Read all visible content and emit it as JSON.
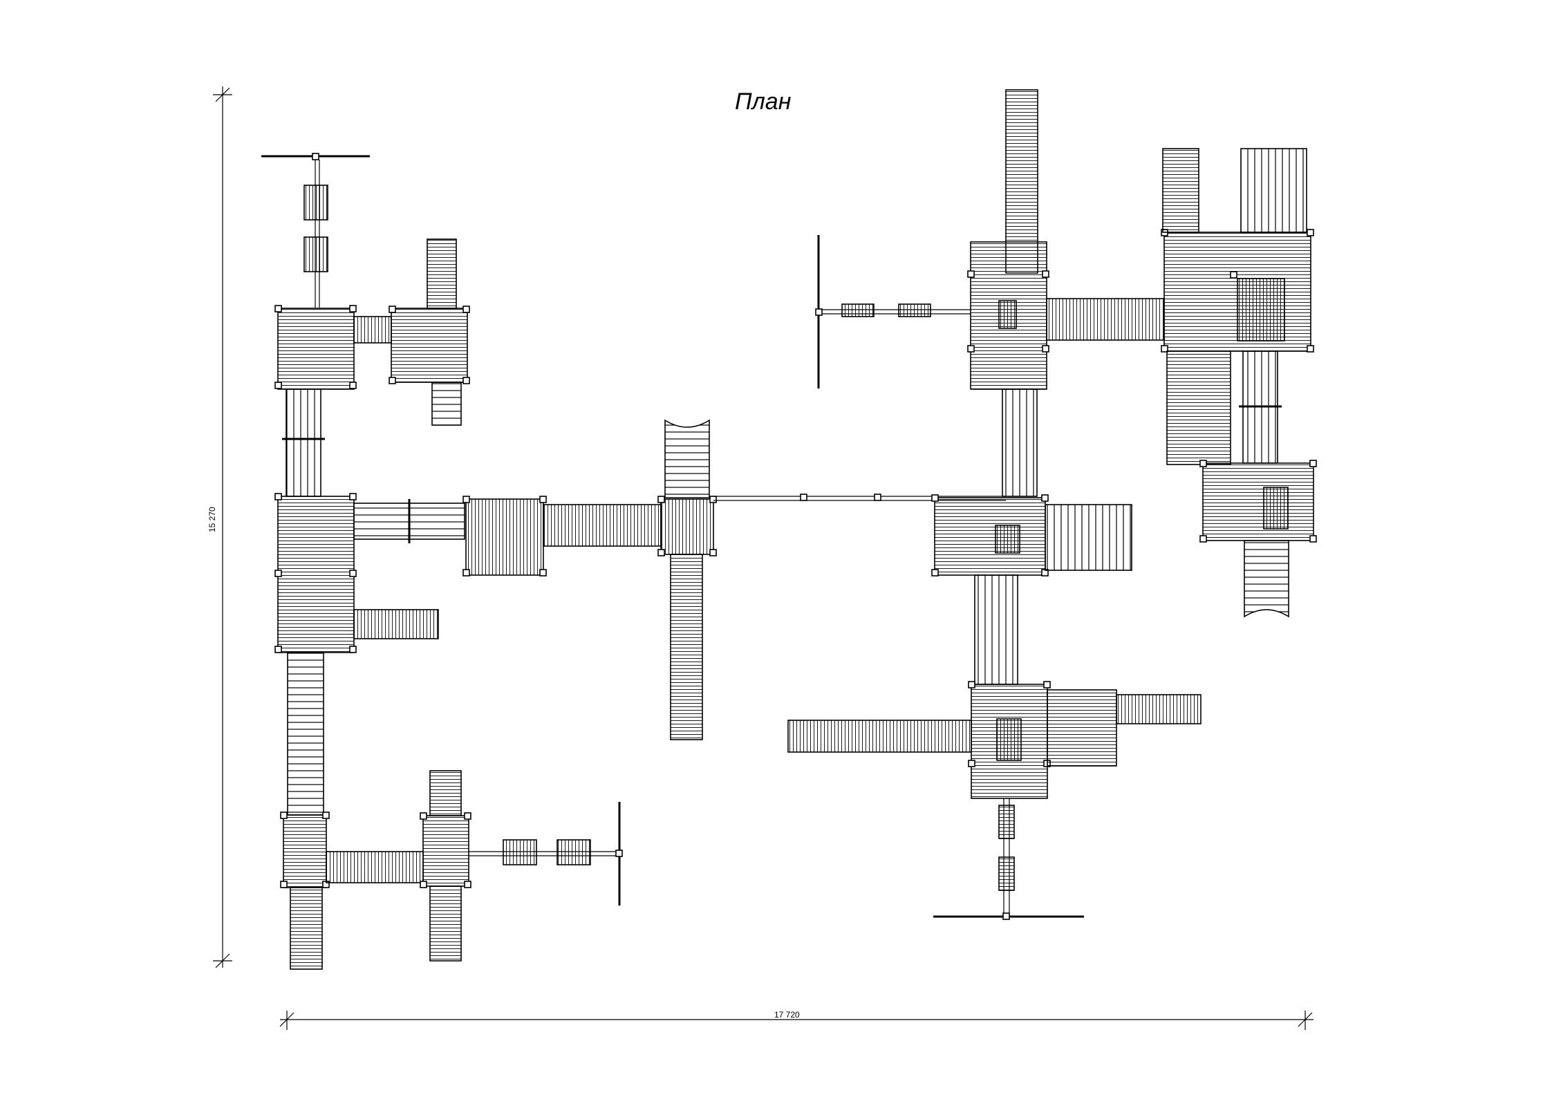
{
  "title": "План",
  "dimensions": {
    "width_label": "17 720",
    "height_label": "15 270"
  },
  "colors": {
    "ink": "#000000",
    "background": "#ffffff"
  }
}
